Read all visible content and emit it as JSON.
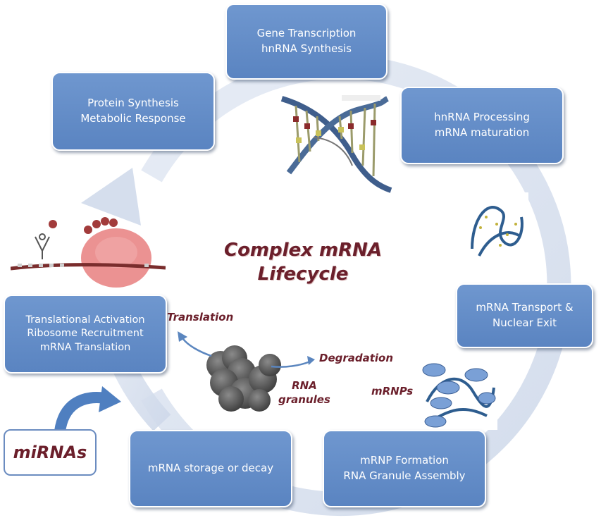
{
  "title_lines": [
    "Complex mRNA",
    "Lifecycle"
  ],
  "stages": [
    {
      "id": "transcription",
      "lines": [
        "Gene Transcription",
        "hnRNA Synthesis"
      ]
    },
    {
      "id": "processing",
      "lines": [
        "hnRNA Processing",
        "mRNA maturation"
      ]
    },
    {
      "id": "transport",
      "lines": [
        "mRNA Transport &",
        "Nuclear Exit"
      ]
    },
    {
      "id": "mrnp",
      "lines": [
        "mRNP Formation",
        "RNA Granule Assembly"
      ]
    },
    {
      "id": "storage",
      "lines": [
        "mRNA storage or decay"
      ]
    },
    {
      "id": "translation",
      "lines": [
        "Translational Activation",
        "Ribosome Recruitment",
        "mRNA Translation"
      ]
    },
    {
      "id": "protein",
      "lines": [
        "Protein Synthesis",
        "Metabolic Response"
      ]
    }
  ],
  "labels": {
    "translation": "Translation",
    "degradation": "Degradation",
    "rna_granules": [
      "RNA",
      "granules"
    ],
    "mrnps": "mRNPs",
    "mirnas": "miRNAs"
  },
  "colors": {
    "box_fill": "#5f88c4",
    "title": "#6b1f2b",
    "cycle_arrow": "#dbe3f0"
  },
  "icons": [
    "dna-helix-icon",
    "rna-folded-icon",
    "mrnp-complex-icon",
    "ribosome-translation-icon",
    "rna-granule-cluster-icon"
  ]
}
